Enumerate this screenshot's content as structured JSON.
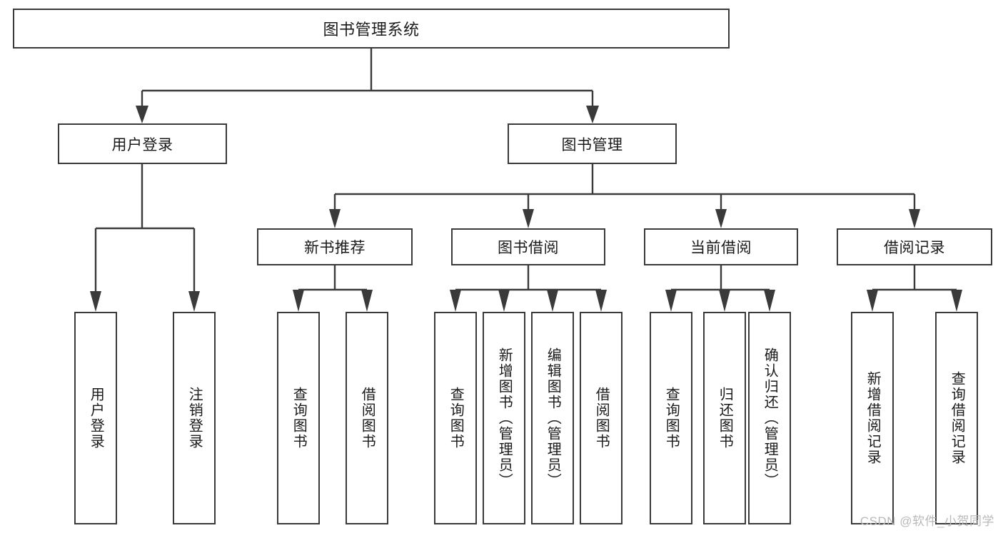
{
  "diagram": {
    "type": "tree-hierarchy",
    "title": "图书管理系统",
    "theme": {
      "border_color": "#3a3a3a",
      "background": "#ffffff",
      "text_color": "#1a1a1a",
      "watermark_color": "#b9b9b9"
    },
    "levels": {
      "root": {
        "label": "图书管理系统"
      },
      "level1": [
        {
          "label": "用户登录"
        },
        {
          "label": "图书管理"
        }
      ],
      "level2": [
        {
          "label": "新书推荐",
          "parent": "图书管理"
        },
        {
          "label": "图书借阅",
          "parent": "图书管理"
        },
        {
          "label": "当前借阅",
          "parent": "图书管理"
        },
        {
          "label": "借阅记录",
          "parent": "图书管理"
        }
      ],
      "leaves_user_login": [
        {
          "label": "用户登录"
        },
        {
          "label": "注销登录"
        }
      ],
      "leaves_new_book": [
        {
          "label": "查询图书"
        },
        {
          "label": "借阅图书"
        }
      ],
      "leaves_borrow": [
        {
          "label": "查询图书"
        },
        {
          "label": "新增图书（管理员）"
        },
        {
          "label": "编辑图书（管理员）"
        },
        {
          "label": "借阅图书"
        }
      ],
      "leaves_current": [
        {
          "label": "查询图书"
        },
        {
          "label": "归还图书"
        },
        {
          "label": "确认归还（管理员）"
        }
      ],
      "leaves_records": [
        {
          "label": "新增借阅记录"
        },
        {
          "label": "查询借阅记录"
        }
      ]
    },
    "watermark": "CSDN @软件_小贺同学"
  }
}
